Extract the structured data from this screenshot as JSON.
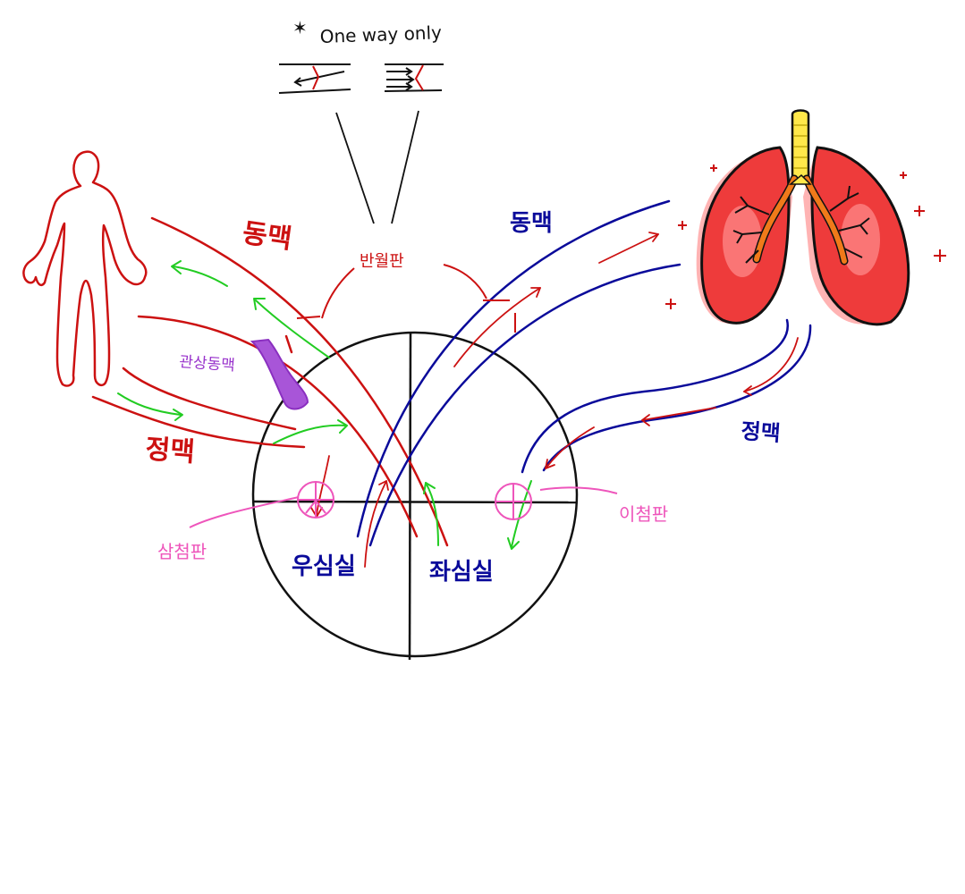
{
  "note": {
    "star": "✶",
    "text": "One way only"
  },
  "labels": {
    "body_artery": "동맥",
    "body_vein": "정맥",
    "semilunar_valve": "반월판",
    "coronary_artery": "관상동맥",
    "lung_artery": "동맥",
    "lung_vein": "정맥",
    "tricuspid_valve": "삼첨판",
    "bicuspid_valve": "이첨판",
    "right_ventricle": "우심실",
    "left_ventricle": "좌심실"
  },
  "colors": {
    "red": "#cc1111",
    "blue": "#0a0a9a",
    "green": "#22cc22",
    "pink": "#ee55bb",
    "purple": "#9933cc",
    "purple_fill": "#a855d8",
    "black": "#111111",
    "lung_fill": "#ee3b3b",
    "lung_light": "#ff9a9a",
    "trachea": "#ffe84a",
    "bronchi": "#f07a1a"
  },
  "icons": {
    "person": "human-figure-icon",
    "lungs": "lungs-icon"
  }
}
